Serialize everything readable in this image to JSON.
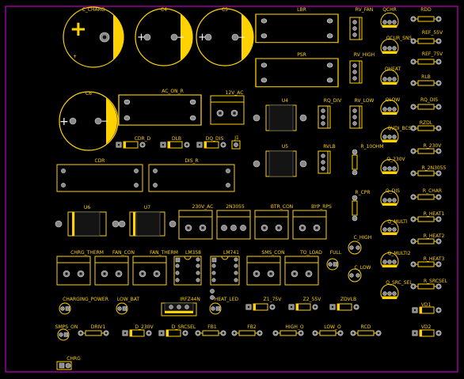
{
  "board": {
    "edge_color": "#c000c0",
    "silk_color": "#ffd200",
    "copper_color": "#8a8a8a"
  },
  "labels": {
    "c_charg": "C_CHARG",
    "c4": "C4",
    "c5": "C5",
    "c6": "C6",
    "lbr": "LBR",
    "psr": "PSR",
    "rv_fan": "RV_FAN",
    "rv_high": "RV_HIGH",
    "rv_low": "RV_LOW",
    "rq_div": "RQ_DIV",
    "rvlb": "RVLB",
    "r_10ohm": "R_10OHM",
    "r_cpr": "R_CPR",
    "c_high": "C_HIGH",
    "c_low": "C_LOW",
    "qchr": "QCHR",
    "qcur_sns": "QCUR_SNS",
    "qheat": "QHEAT",
    "qlow": "QLOW",
    "qvdi_bcsel": "QVDI_BCSEL",
    "q_230v": "Q_230V",
    "q_dis": "Q_DIS",
    "q_multi": "Q_MULTI",
    "q_multi2": "Q_MULTI2",
    "q_src_sel": "Q_SRC_SEL",
    "rdd": "RDD",
    "ref_55v": "REF_55V",
    "ref_75v": "REF_75V",
    "rlb": "RLB",
    "rq_dis": "RQ_DIS",
    "rzdl": "RZDL",
    "r_230v": "R_230V",
    "r_2n3055": "R_2N3055",
    "r_char": "R_CHAR",
    "r_heat1": "R_HEAT1",
    "r_heat2": "R_HEAT2",
    "r_heat3": "R_HEAT3",
    "r_srcsel": "R_SRCSEL",
    "vd1": "VD1",
    "vd2": "VD2",
    "ac_on_r": "AC_ON_R",
    "v12_ac": "12V_AC",
    "u4": "U4",
    "u5": "U5",
    "cdr_d": "CDR_D",
    "dlb": "DLB",
    "dq_dis": "DQ_DIS",
    "j1": "J1",
    "cdr": "CDR",
    "dis_r": "DIS_R",
    "u6": "U6",
    "u7": "U7",
    "v230_ac": "230V_AC",
    "t2n3055": "2N3055",
    "btr_con": "BTR_CON",
    "byp_rps": "BYP_RPS",
    "chrg_therm": "CHRG_THERM",
    "fan_con": "FAN_CON",
    "fan_therm": "FAN_THERM",
    "lm358": "LM358",
    "lm741": "LM741",
    "sms_con": "SMS_CON",
    "to_load": "TO_LOAD",
    "full": "FULL",
    "charging_power": "CHARGING_POWER",
    "low_bat": "LOW_BAT",
    "irfz44n": "IRFZ44N",
    "heat_led": "HEAT_LED",
    "z1_75v": "Z1_75V",
    "z2_55v": "Z2_55V",
    "zdvlb": "ZDVLB",
    "smps_on": "SMPS_ON",
    "driv1": "DRIV1",
    "d_230v": "D_230V",
    "d_srcsel": "D_SRCSEL",
    "fb1": "FB1",
    "fb2": "FB2",
    "high_o": "HIGH_O",
    "low_o": "LOW_O",
    "rcd": "RCD",
    "chrg": "CHRG"
  }
}
